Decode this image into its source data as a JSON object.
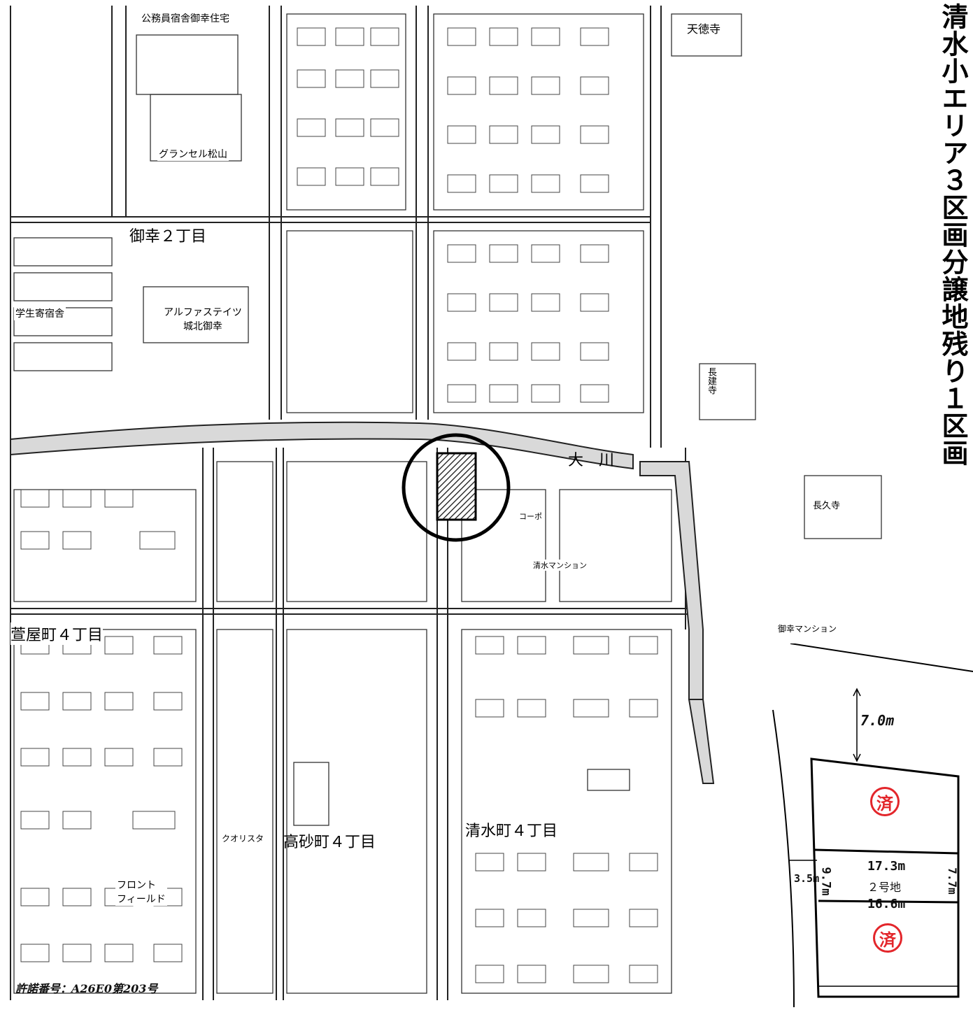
{
  "title": {
    "line1": "清水小エリア",
    "line2": "３区画分譲地",
    "line3": "残り１区画"
  },
  "permit": "許諾番号：A26E0第203号",
  "map": {
    "areas": {
      "miyuki": "御幸２丁目",
      "takasago": "高砂町４丁目",
      "shimizu": "清水町４丁目",
      "kaya": "萱屋町４丁目",
      "river": "大　川"
    },
    "pois": {
      "granseru": "グランセル松山",
      "alpha": "アルファステイツ\n城北御幸",
      "koumuin": "公務員宿舎御幸住宅",
      "tentokuji": "天徳寺",
      "gakusei": "学生寄宿舎",
      "shinden": "清水マンション",
      "chourakuji": "長久寺",
      "choukenji": "長建寺",
      "miyuki_mansion": "御幸マンション",
      "kuoristar": "クオリスタ",
      "front": "フロント\nフィールド",
      "kouboku": "コーポ"
    }
  },
  "plot": {
    "top_width": "7.0m",
    "lot_name": "２号地",
    "upper_side": "17.3m",
    "lower_side": "16.6m",
    "left_depth": "9.7m",
    "right_depth": "7.7m",
    "road_width": "3.5m",
    "sold_mark": "済",
    "sold_color": "#e3262b"
  }
}
